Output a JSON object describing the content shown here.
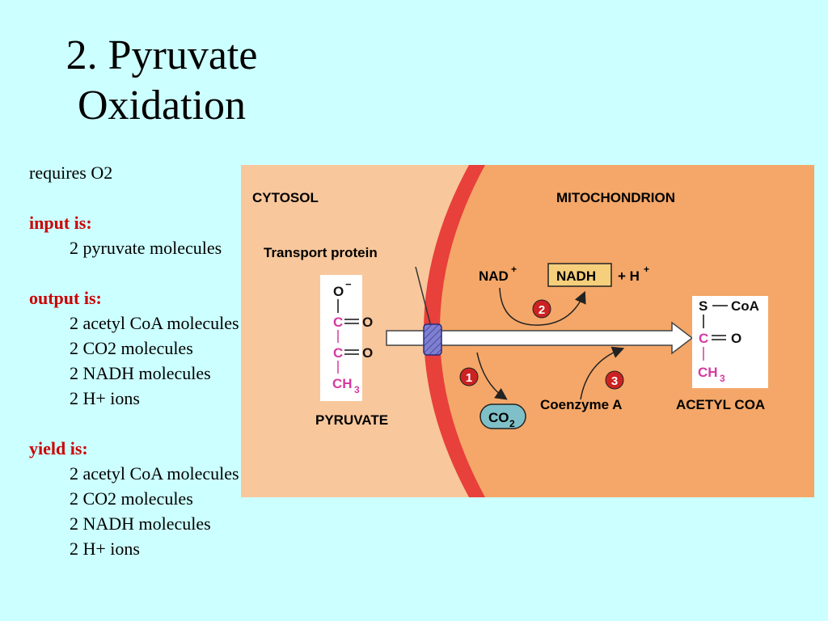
{
  "slide": {
    "title_line1": "2. Pyruvate",
    "title_line2": "Oxidation"
  },
  "notes": {
    "requires": "requires O2",
    "input_heading": "input is:",
    "input_items": [
      "2 pyruvate molecules"
    ],
    "output_heading": "output is:",
    "output_items": [
      "2 acetyl CoA molecules",
      "2 CO2 molecules",
      "2 NADH molecules",
      "2 H+ ions"
    ],
    "yield_heading": "yield is:",
    "yield_items": [
      "2 acetyl CoA molecules",
      "2 CO2 molecules",
      "2 NADH molecules",
      "2 H+ ions"
    ]
  },
  "diagram": {
    "cytosol_label": "CYTOSOL",
    "mitochondrion_label": "MITOCHONDRION",
    "transport_protein_label": "Transport protein",
    "nad_label": "NAD",
    "nad_sup": "+",
    "nadh_label": "NADH",
    "h_label": "+ H",
    "h_sup": "+",
    "pyruvate_label": "PYRUVATE",
    "acetyl_coa_label": "ACETYL COA",
    "coenzyme_a_label": "Coenzyme A",
    "co2_label": "CO",
    "co2_sub": "2",
    "step1": "1",
    "step2": "2",
    "step3": "3",
    "pyruvate_atoms": {
      "o_minus": "O",
      "minus": "−",
      "c1": "C",
      "o1": "O",
      "c2": "C",
      "o2": "O",
      "ch": "CH",
      "ch_sub": "3"
    },
    "acetyl_atoms": {
      "s": "S",
      "coa": "CoA",
      "c": "C",
      "o": "O",
      "ch": "CH",
      "ch_sub": "3"
    },
    "colors": {
      "slide_background": "#ccffff",
      "heading_red": "#cc0000",
      "cytosol_fill": "#f8c79c",
      "mitochondrion_fill": "#f4a768",
      "membrane_red": "#e8403a",
      "transport_protein": "#7f7fd0",
      "carbon_magenta": "#d63aa0",
      "nadh_box": "#f6cf7c",
      "co2_oval": "#7fc0c8",
      "step_circle": "#cc2222"
    }
  }
}
